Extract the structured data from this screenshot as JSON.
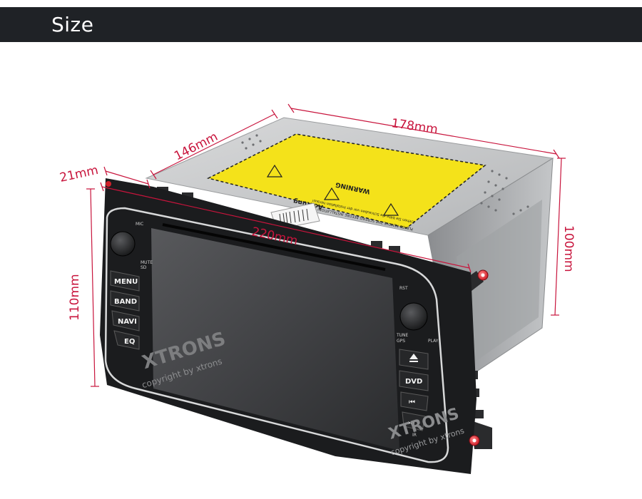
{
  "header": {
    "title": "Size"
  },
  "dimensions": {
    "depth": "178mm",
    "case_depth": "146mm",
    "bezel_depth": "21mm",
    "width": "220mm",
    "height_front": "110mm",
    "height_side": "100mm"
  },
  "buttons": {
    "menu": "MENU",
    "band": "BAND",
    "navi": "NAVI",
    "eq": "EQ",
    "dvd": "DVD",
    "mic": "MIC",
    "mute": "MUTE",
    "sd": "SD",
    "rst": "RST",
    "tune": "TUNE",
    "gps": "GPS",
    "play": "PLAY",
    "ir": "IR"
  },
  "brand": {
    "logo": "XTRONS",
    "watermark": "copyright by xtrons",
    "accent": "#c8143c"
  },
  "label": {
    "warning": "WARNING",
    "caution": "Achtung",
    "notice_en": "PLEASE REMOVE THE SCREWS BEFORE INSTALLATION!",
    "notice_de": "Ziehen Sie bitte die Schrauben vor der Installation heraus!",
    "color": "#f4e21a"
  }
}
